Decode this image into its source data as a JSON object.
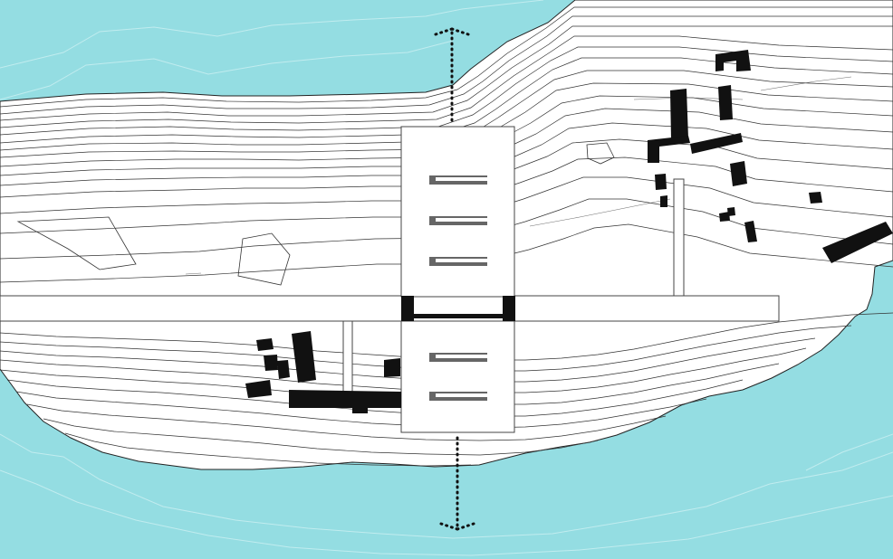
{
  "colors": {
    "water": "#94dde2",
    "land": "#ffffff",
    "contour": "#333333",
    "buildings": "#111111"
  },
  "map": {
    "features": {
      "island": "island-outline",
      "contours": "topographic-contour-lines",
      "road": "horizontal-road",
      "bridge": "central-bridge-structure",
      "buildings": "black-building-footprints",
      "north_arrow": "dotted-axis-arrow-up",
      "south_arrow": "dotted-axis-arrow-down"
    }
  }
}
